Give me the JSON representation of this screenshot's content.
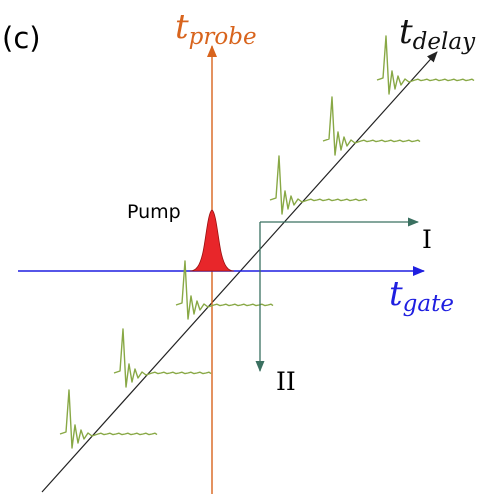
{
  "panel_label": "(c)",
  "axes": {
    "probe": {
      "symbol": "t",
      "subscript": "probe",
      "color": "#d8641d"
    },
    "gate": {
      "symbol": "t",
      "subscript": "gate",
      "color": "#1f1fe0"
    },
    "delay": {
      "symbol": "t",
      "subscript": "delay",
      "color": "#111111"
    }
  },
  "pump": {
    "label": "Pump",
    "color": "#e8262a"
  },
  "cuts": {
    "one": {
      "label": "I"
    },
    "two": {
      "label": "II"
    }
  },
  "colors": {
    "waveform": "#88a845",
    "cut_line": "#3a7060",
    "diagonal": "#222222"
  }
}
